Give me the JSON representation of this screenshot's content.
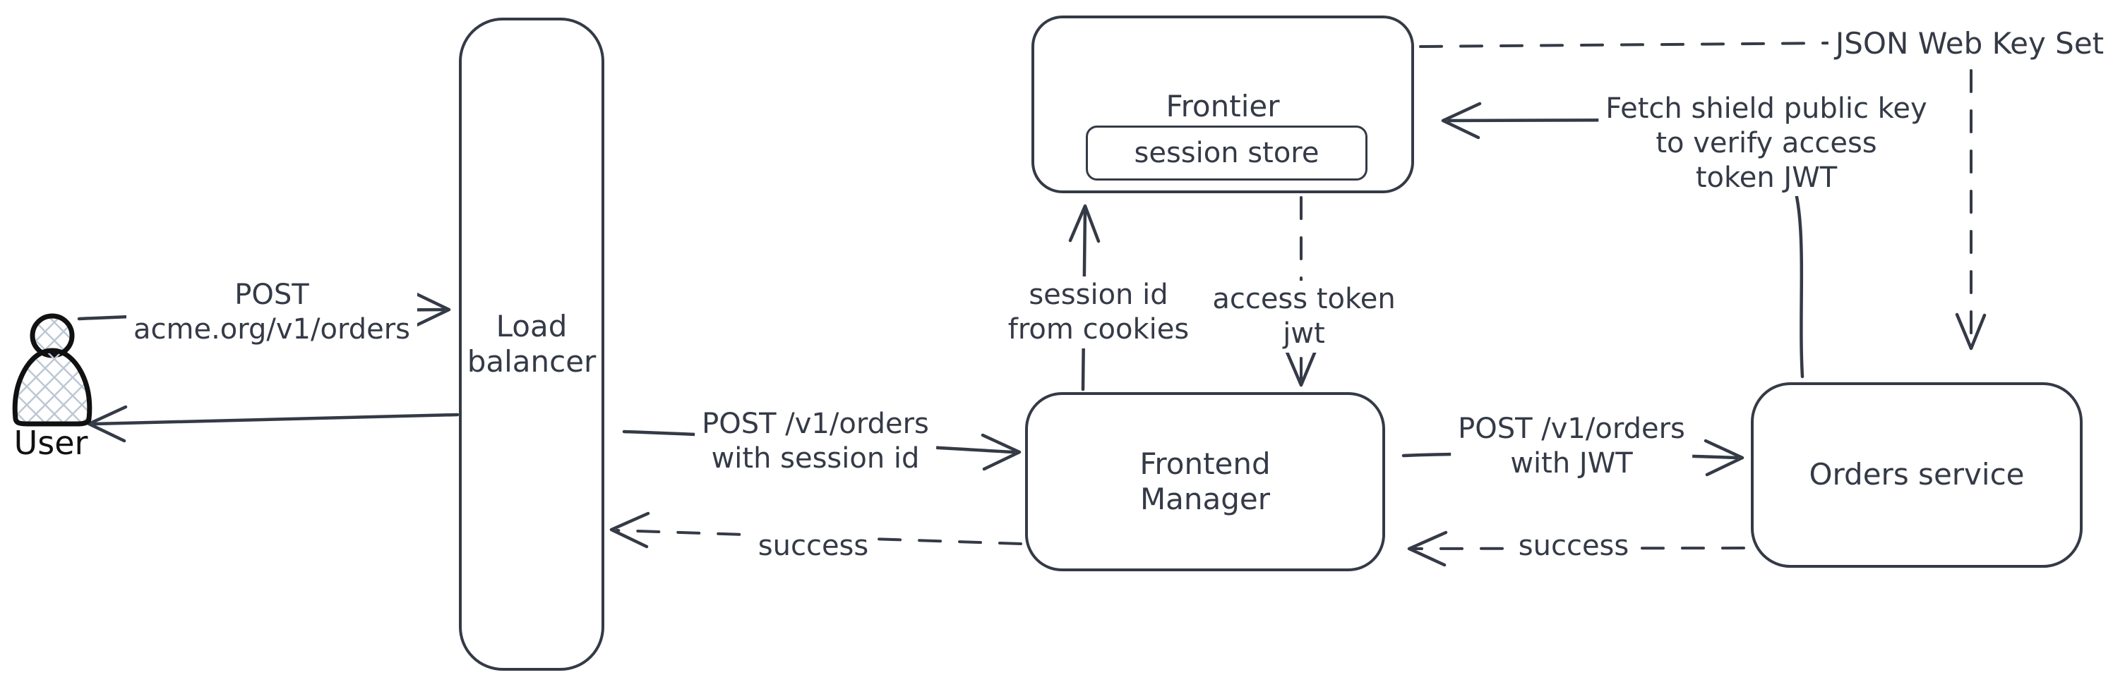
{
  "nodes": {
    "user": {
      "label": "User"
    },
    "load_balancer": {
      "label": "Load\nbalancer"
    },
    "frontier": {
      "label": "Frontier"
    },
    "session_store": {
      "label": "session store"
    },
    "frontend_manager": {
      "label": "Frontend\nManager"
    },
    "orders_service": {
      "label": "Orders service"
    },
    "jwks": {
      "label": "JSON Web Key Set"
    }
  },
  "edges": {
    "user_to_lb": {
      "label": "POST\nacme.org/v1/orders",
      "style": "solid",
      "direction": "right"
    },
    "lb_to_user": {
      "label": "",
      "style": "solid",
      "direction": "left"
    },
    "lb_to_fm": {
      "label": "POST /v1/orders\nwith session id",
      "style": "solid",
      "direction": "right"
    },
    "fm_to_lb": {
      "label": "success",
      "style": "dashed",
      "direction": "left"
    },
    "fm_to_frontier": {
      "label": "session id\nfrom cookies",
      "style": "solid",
      "direction": "up"
    },
    "frontier_to_fm": {
      "label": "access token\njwt",
      "style": "dashed",
      "direction": "down"
    },
    "fm_to_orders": {
      "label": "POST /v1/orders\nwith JWT",
      "style": "solid",
      "direction": "right"
    },
    "orders_to_fm": {
      "label": "success",
      "style": "dashed",
      "direction": "left"
    },
    "orders_to_frontier": {
      "label": "Fetch shield public key\nto verify access\ntoken JWT",
      "style": "solid",
      "direction": "left"
    },
    "frontier_to_jwks": {
      "style": "dashed"
    },
    "jwks_to_orders": {
      "style": "dashed",
      "direction": "down"
    }
  },
  "colors": {
    "stroke": "#343a46",
    "user_stroke": "#111111",
    "hatch": "#bcc8d3",
    "background": "#ffffff"
  }
}
